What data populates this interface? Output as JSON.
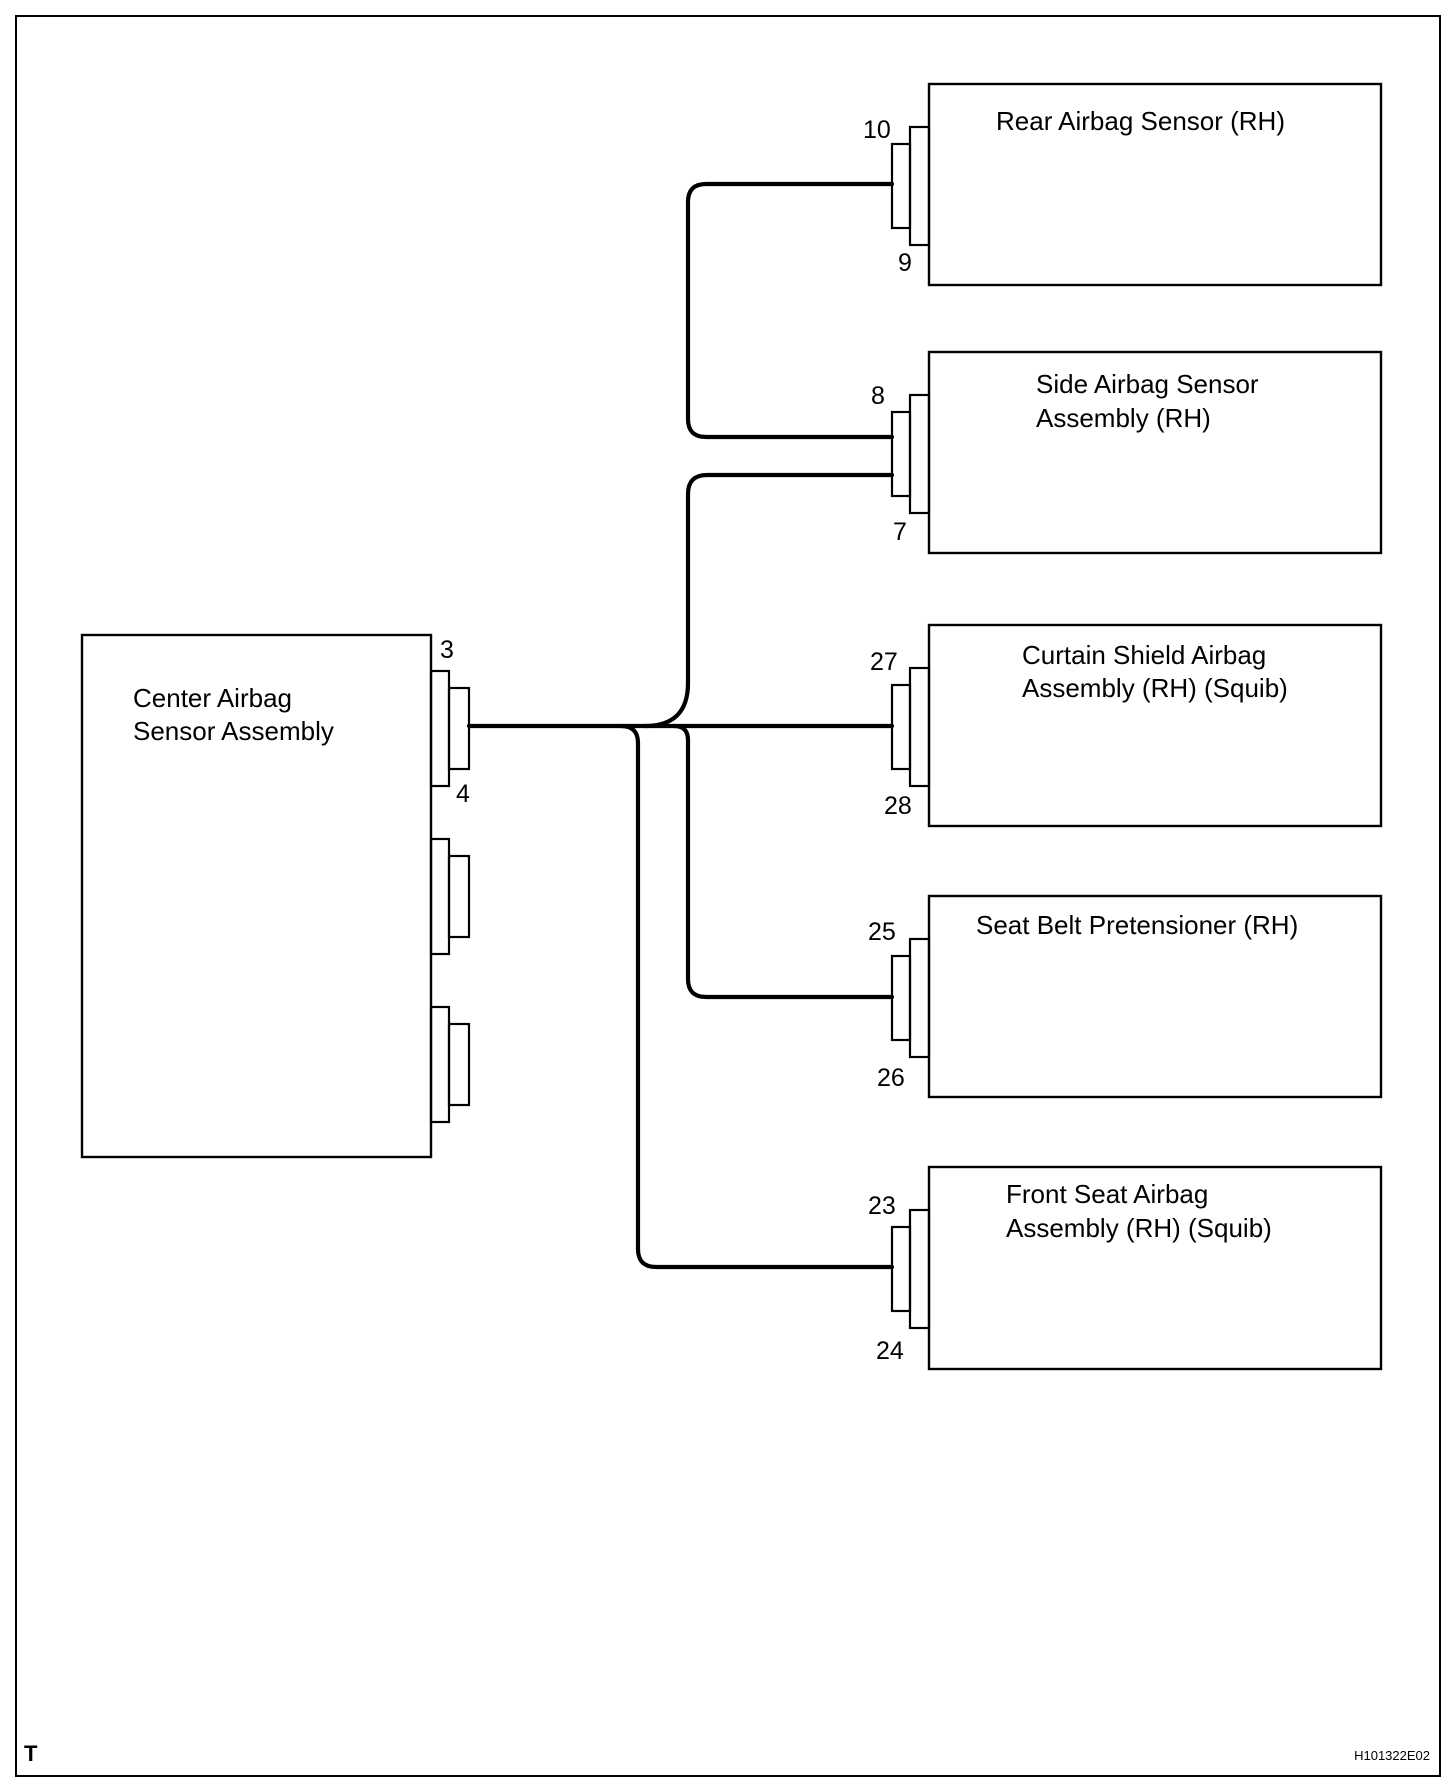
{
  "components": {
    "center": {
      "lines": [
        "Center Airbag",
        "Sensor Assembly"
      ],
      "pins": [
        "3",
        "4"
      ]
    },
    "rear": {
      "lines": [
        "Rear Airbag Sensor (RH)"
      ],
      "pins": [
        "10",
        "9"
      ]
    },
    "side": {
      "lines": [
        "Side Airbag Sensor",
        "Assembly (RH)"
      ],
      "pins": [
        "8",
        "7"
      ]
    },
    "curtain": {
      "lines": [
        "Curtain Shield Airbag",
        "Assembly (RH) (Squib)"
      ],
      "pins": [
        "27",
        "28"
      ]
    },
    "belt": {
      "lines": [
        "Seat Belt Pretensioner (RH)"
      ],
      "pins": [
        "25",
        "26"
      ]
    },
    "front": {
      "lines": [
        "Front Seat Airbag",
        "Assembly (RH) (Squib)"
      ],
      "pins": [
        "23",
        "24"
      ]
    }
  },
  "footer": {
    "corner_mark": "T",
    "figure_code": "H101322E02"
  }
}
